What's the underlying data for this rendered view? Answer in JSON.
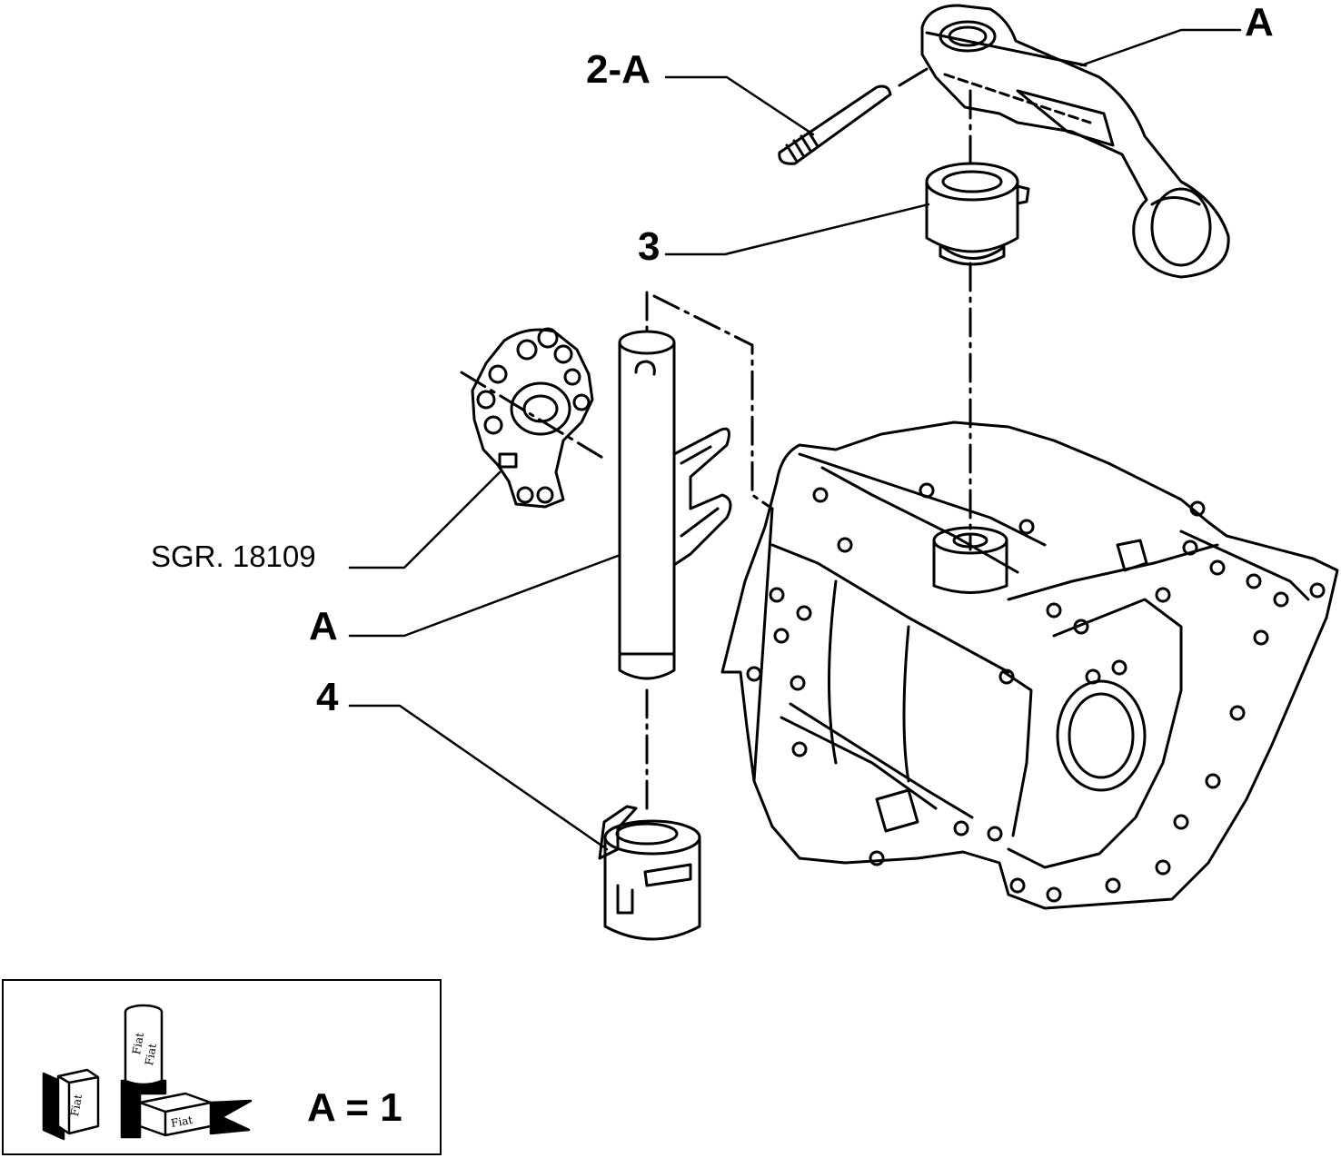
{
  "callouts": {
    "a_top": "A",
    "part_2a": "2-A",
    "part_3": "3",
    "ref_group": "SGR. 18109",
    "a_mid": "A",
    "part_4": "4"
  },
  "legend": {
    "text": "A = 1",
    "kit_labels": [
      "Fiat",
      "Fiat",
      "Fiat",
      "Fiat"
    ]
  },
  "colors": {
    "line": "#000000",
    "background": "#ffffff"
  }
}
